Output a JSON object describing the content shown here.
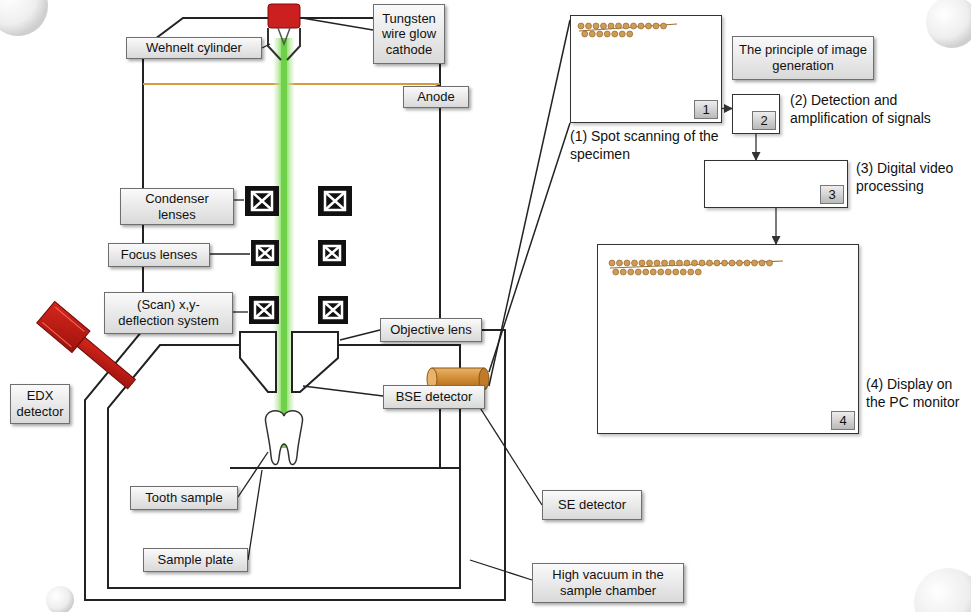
{
  "diagram": {
    "nodes": [
      {
        "text": [
          "Tungsten wire glow cathode"
        ]
      },
      {
        "text": [
          "Wehnelt cylinder"
        ]
      },
      {
        "text": [
          "Anode"
        ]
      },
      {
        "text": [
          "Condenser lenses"
        ]
      },
      {
        "text": [
          "Focus lenses"
        ]
      },
      {
        "text": [
          "(Scan) x,y- deflection system"
        ]
      },
      {
        "text": [
          "Objective lens"
        ]
      },
      {
        "text": [
          "BSE detector"
        ]
      },
      {
        "text": [
          "EDX detector"
        ]
      },
      {
        "text": [
          "Tooth sample"
        ]
      },
      {
        "text": [
          "Sample plate"
        ]
      },
      {
        "text": [
          "SE detector"
        ]
      },
      {
        "text": [
          "High vacuum in the sample chamber"
        ]
      },
      {
        "text": [
          "The principle of image generation"
        ]
      },
      {
        "text": [
          "1"
        ]
      },
      {
        "text": [
          "2"
        ]
      },
      {
        "text": [
          "3"
        ]
      },
      {
        "text": [
          "4"
        ]
      }
    ],
    "edges": [
      {
        "from": 14,
        "to": 15,
        "arrow": "to"
      },
      {
        "from": 15,
        "to": 16,
        "arrow": "to"
      },
      {
        "from": 16,
        "to": 17,
        "arrow": "to"
      }
    ],
    "labels": [
      "(1) Spot scanning of the specimen",
      "(2) Detection and amplification of signals",
      "(3) Digital video processing",
      "(4) Display on the PC monitor"
    ]
  }
}
